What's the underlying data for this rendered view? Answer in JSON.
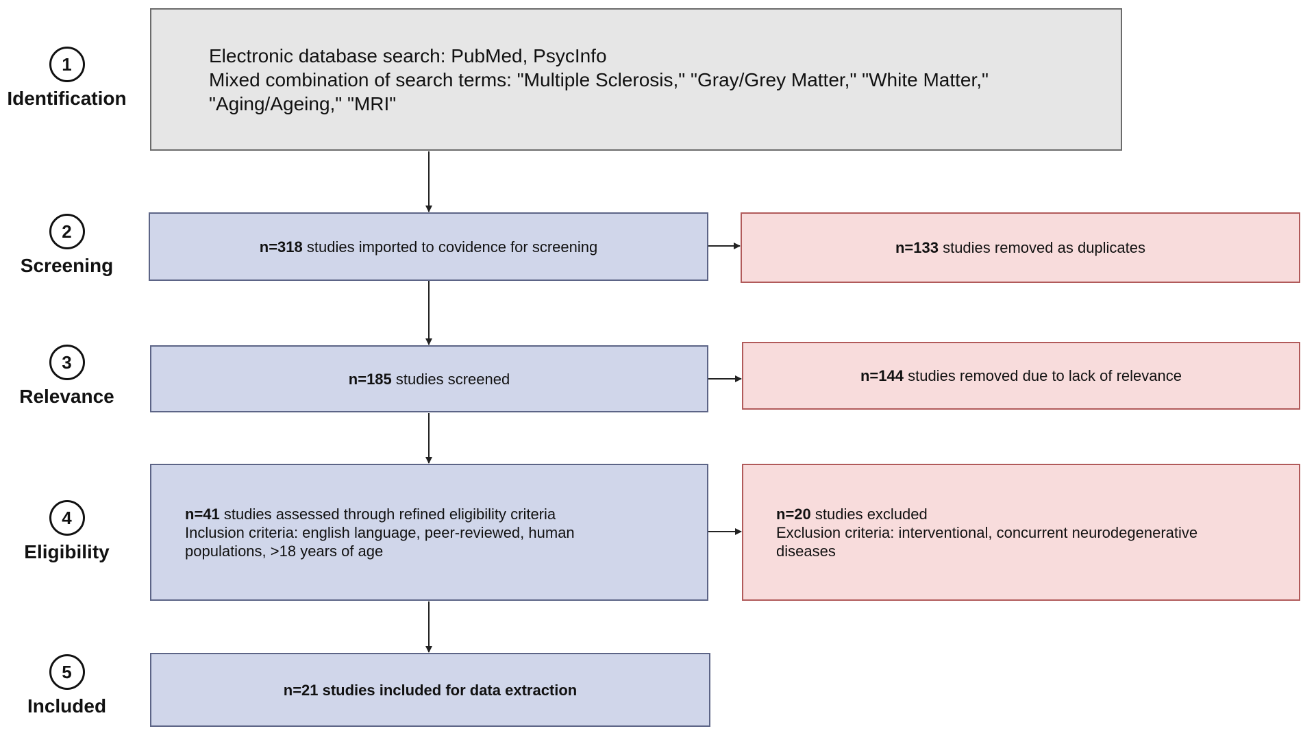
{
  "stages": [
    {
      "number": "1",
      "label": "Identification"
    },
    {
      "number": "2",
      "label": "Screening"
    },
    {
      "number": "3",
      "label": "Relevance"
    },
    {
      "number": "4",
      "label": "Eligibility"
    },
    {
      "number": "5",
      "label": "Included"
    }
  ],
  "identification_box": {
    "line1": "Electronic database search: PubMed, PsycInfo",
    "line2": "Mixed combination of search terms: \"Multiple Sclerosis,\" \"Gray/Grey Matter,\" \"White Matter,\"",
    "line3": "\"Aging/Ageing,\" \"MRI\""
  },
  "screening_box": {
    "count": "n=318",
    "text": " studies imported to covidence for screening"
  },
  "duplicates_box": {
    "count": "n=133",
    "text": " studies removed as duplicates"
  },
  "relevance_box": {
    "count": "n=185",
    "text": " studies screened"
  },
  "relevance_removed_box": {
    "count": "n=144",
    "text": " studies removed due to lack of relevance"
  },
  "eligibility_box": {
    "count": "n=41",
    "text": " studies assessed through refined eligibility criteria",
    "line2": "Inclusion criteria: english language, peer-reviewed, human",
    "line3": "populations, >18 years of age"
  },
  "excluded_box": {
    "count": "n=20",
    "text": " studies excluded",
    "line2": "Exclusion criteria: interventional, concurrent neurodegenerative",
    "line3": "diseases"
  },
  "included_box": {
    "text": "n=21 studies included for data extraction"
  },
  "colors": {
    "identification_fill": "#e6e6e6",
    "main_flow_fill": "#d0d6ea",
    "removed_fill": "#f8dcdc",
    "arrow": "#222222"
  }
}
